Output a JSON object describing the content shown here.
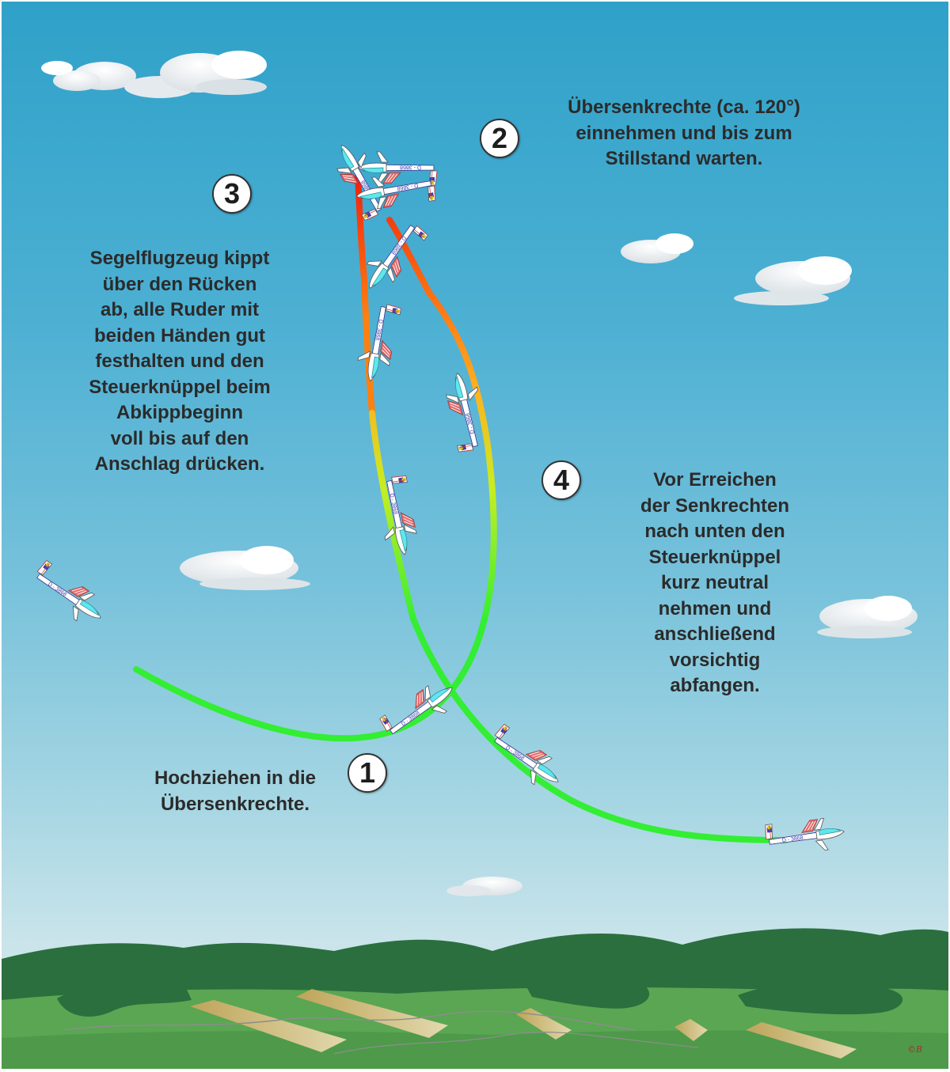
{
  "steps": [
    {
      "number": "1",
      "text": "Hochziehen in die\nÜbersenkrechte."
    },
    {
      "number": "2",
      "text": "Übersenkrechte (ca. 120°)\neinnehmen und bis zum\nStillstand warten."
    },
    {
      "number": "3",
      "text": "Segelflugzeug kippt\nüber den Rücken\nab, alle Ruder mit\nbeiden Händen gut\nfesthalten und den\nSteuerknüppel beim\nAbkippbeginn\nvoll bis auf den\nAnschlag drücken."
    },
    {
      "number": "4",
      "text": "Vor Erreichen\nder Senkrechten\nnach unten den\nSteuerknüppel\nkurz neutral\nnehmen und\nanschließend\nvorsichtig\nabfangen."
    }
  ],
  "glider_registration": "D - 3868",
  "signature": "©B",
  "colors": {
    "sky_top": "#2fa1c9",
    "sky_bottom": "#d8ecef",
    "path_green": "#33ee33",
    "path_yellow": "#e8e020",
    "path_orange": "#ff8a10",
    "path_red": "#ee1a10",
    "hills_dark": "#276a3b",
    "fields": "#5aa653",
    "glider_canopy": "#5fe6ee",
    "glider_red": "#d64040"
  }
}
